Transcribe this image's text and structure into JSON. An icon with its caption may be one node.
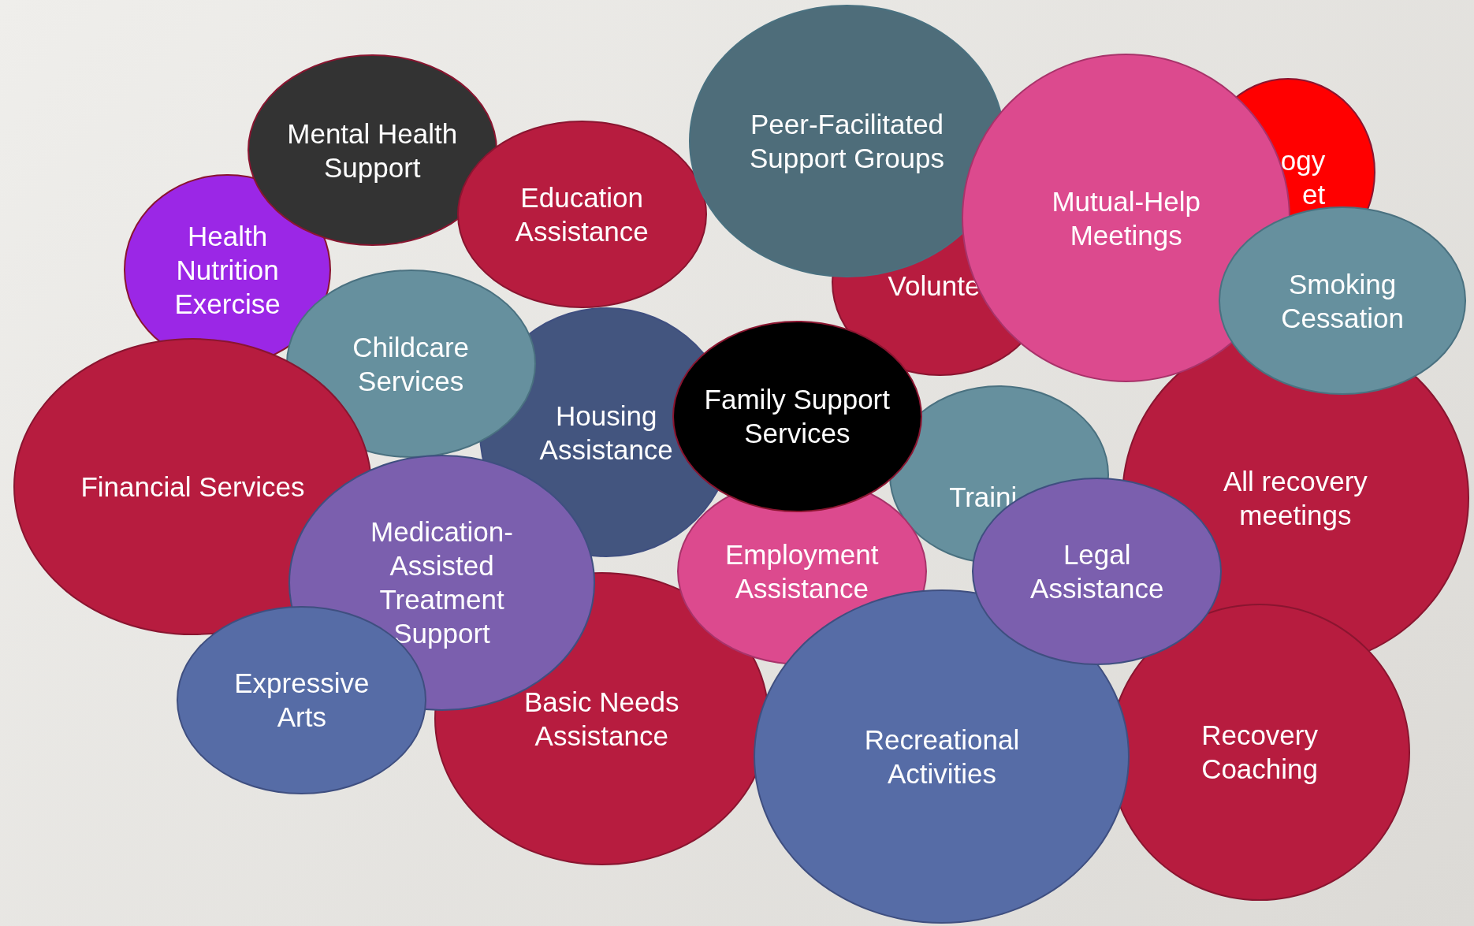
{
  "diagram": {
    "nodes": [
      {
        "text": [
          "Mental Health Support"
        ]
      },
      {
        "text": [
          "Peer-Facilitated Support Groups"
        ]
      },
      {
        "text": [
          "ogy et"
        ]
      },
      {
        "text": [
          "Education Assistance"
        ]
      },
      {
        "text": [
          "Mutual-Help Meetings"
        ]
      },
      {
        "text": [
          "Health Nutrition Exercise"
        ]
      },
      {
        "text": [
          "Volunte"
        ]
      },
      {
        "text": [
          "Smoking Cessation"
        ]
      },
      {
        "text": [
          "Childcare Services"
        ]
      },
      {
        "text": [
          "Family Support Services"
        ]
      },
      {
        "text": [
          "Housing Assistance"
        ]
      },
      {
        "text": [
          "Traini"
        ]
      },
      {
        "text": [
          "All recovery meetings"
        ]
      },
      {
        "text": [
          "Financial Services"
        ]
      },
      {
        "text": [
          "Employment Assistance"
        ]
      },
      {
        "text": [
          "Legal Assistance"
        ]
      },
      {
        "text": [
          "Medication-Assisted Treatment Support"
        ]
      },
      {
        "text": [
          "Expressive Arts"
        ]
      },
      {
        "text": [
          "Basic Needs Assistance"
        ]
      },
      {
        "text": [
          "Recreational Activities"
        ]
      },
      {
        "text": [
          "Recovery Coaching"
        ]
      }
    ]
  }
}
